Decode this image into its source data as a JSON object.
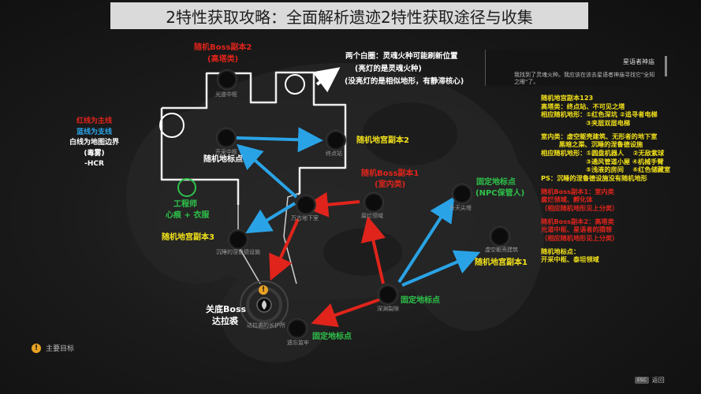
{
  "page_title": "2特性获取攻略：全面解析遗迹2特性获取途径与收集",
  "legend": {
    "red_main": "红线为主线",
    "blue_branch": "蓝线为支线",
    "white_line": "白线为地图边界",
    "toxic_fog": "(毒雾)",
    "hcr": "-HCR"
  },
  "annotations": {
    "boss2_title": "随机Boss副本2",
    "boss2_sub": "(高塔类)",
    "two_circles_1": "两个白圈：灵魂火种可能刷新位置",
    "two_circles_2": "(亮灯的是灵魂火种)",
    "two_circles_3": "(没亮灯的是相似地形，有静滞核心)",
    "dungeon2": "随机地宫副本2",
    "random_point": "随机地标点",
    "engineer_1": "工程师",
    "engineer_2": "心痕 + 衣服",
    "boss1_title": "随机Boss副本1",
    "boss1_sub": "(室内类)",
    "fixed_npc_title": "固定地标点",
    "fixed_npc_sub": "(NPC保管人)",
    "dungeon3": "随机地宫副本3",
    "dungeon1": "随机地宫副本1",
    "boss_final_1": "关底Boss",
    "boss_final_2": "达拉裘",
    "fixed_point_1": "固定地标点",
    "fixed_point_2": "固定地标点"
  },
  "map_labels": {
    "guangdao": "光道中枢",
    "kaicai": "开采中枢",
    "zhongdian": "终点站",
    "wanzao": "万古地下室",
    "fulan": "腐烂领域",
    "shengtian": "升天尖塔",
    "chensui": "沉睡的涅鲁德设施",
    "xukong": "虚空躯壳建筑",
    "shenyuan": "深渊裂隙",
    "dalaqiu": "达拉裘的长护所",
    "yiwang": "遗忘监牢"
  },
  "panel": {
    "title": "星语者神庙",
    "body_1": "我找到了灵魂火种。我应该在该去星语者神庙寻找它\"全知",
    "body_2": "之眼\"了。"
  },
  "notes": [
    {
      "text": "随机地宫副本123",
      "color": "yellow"
    },
    {
      "text": "高塔类：终点站、不可见之塔",
      "color": "yellow"
    },
    {
      "text": "相应随机地形：①红色深坑 ②追寻者电梯",
      "color": "yellow"
    },
    {
      "text": "                    ③夹层双层电梯",
      "color": "yellow"
    },
    {
      "text": "",
      "color": "gap"
    },
    {
      "text": "室内类：虚空躯壳建筑、无形者的地下室",
      "color": "yellow"
    },
    {
      "text": "        黑暗之渠、沉睡的涅鲁德设施",
      "color": "yellow"
    },
    {
      "text": "相应随机地形：①圆盘机器人    ②无敌紫球",
      "color": "yellow"
    },
    {
      "text": "                    ③通风管道小屋 ④机械手臂",
      "color": "yellow"
    },
    {
      "text": "                    ⑤浅液的房间    ⑥红色储藏室",
      "color": "yellow"
    },
    {
      "text": "PS：沉睡的涅鲁德设施没有随机地形",
      "color": "yellow"
    },
    {
      "text": "",
      "color": "gap"
    },
    {
      "text": "随机Boss副本1：室内类",
      "color": "red"
    },
    {
      "text": "腐烂领域、孵化体",
      "color": "red"
    },
    {
      "text": "（相应随机地形见上分类）",
      "color": "red"
    },
    {
      "text": "",
      "color": "gap"
    },
    {
      "text": "随机Boss副本2：高塔类",
      "color": "red"
    },
    {
      "text": "光道中枢、星语者的猜想",
      "color": "red"
    },
    {
      "text": "（相应随机地形见上分类）",
      "color": "red"
    },
    {
      "text": "",
      "color": "gap"
    },
    {
      "text": "随机地标点：",
      "color": "yellow"
    },
    {
      "text": "开采中枢、泰坦领域",
      "color": "yellow"
    }
  ],
  "footer": {
    "objective_icon": "!",
    "objective": "主要目标",
    "esc_key": "ESC",
    "back": "返回"
  },
  "colors": {
    "main_line": "#e0241b",
    "branch_line": "#2aa3e6",
    "label_yellow": "#f3e21a",
    "label_green": "#2ec24a"
  }
}
